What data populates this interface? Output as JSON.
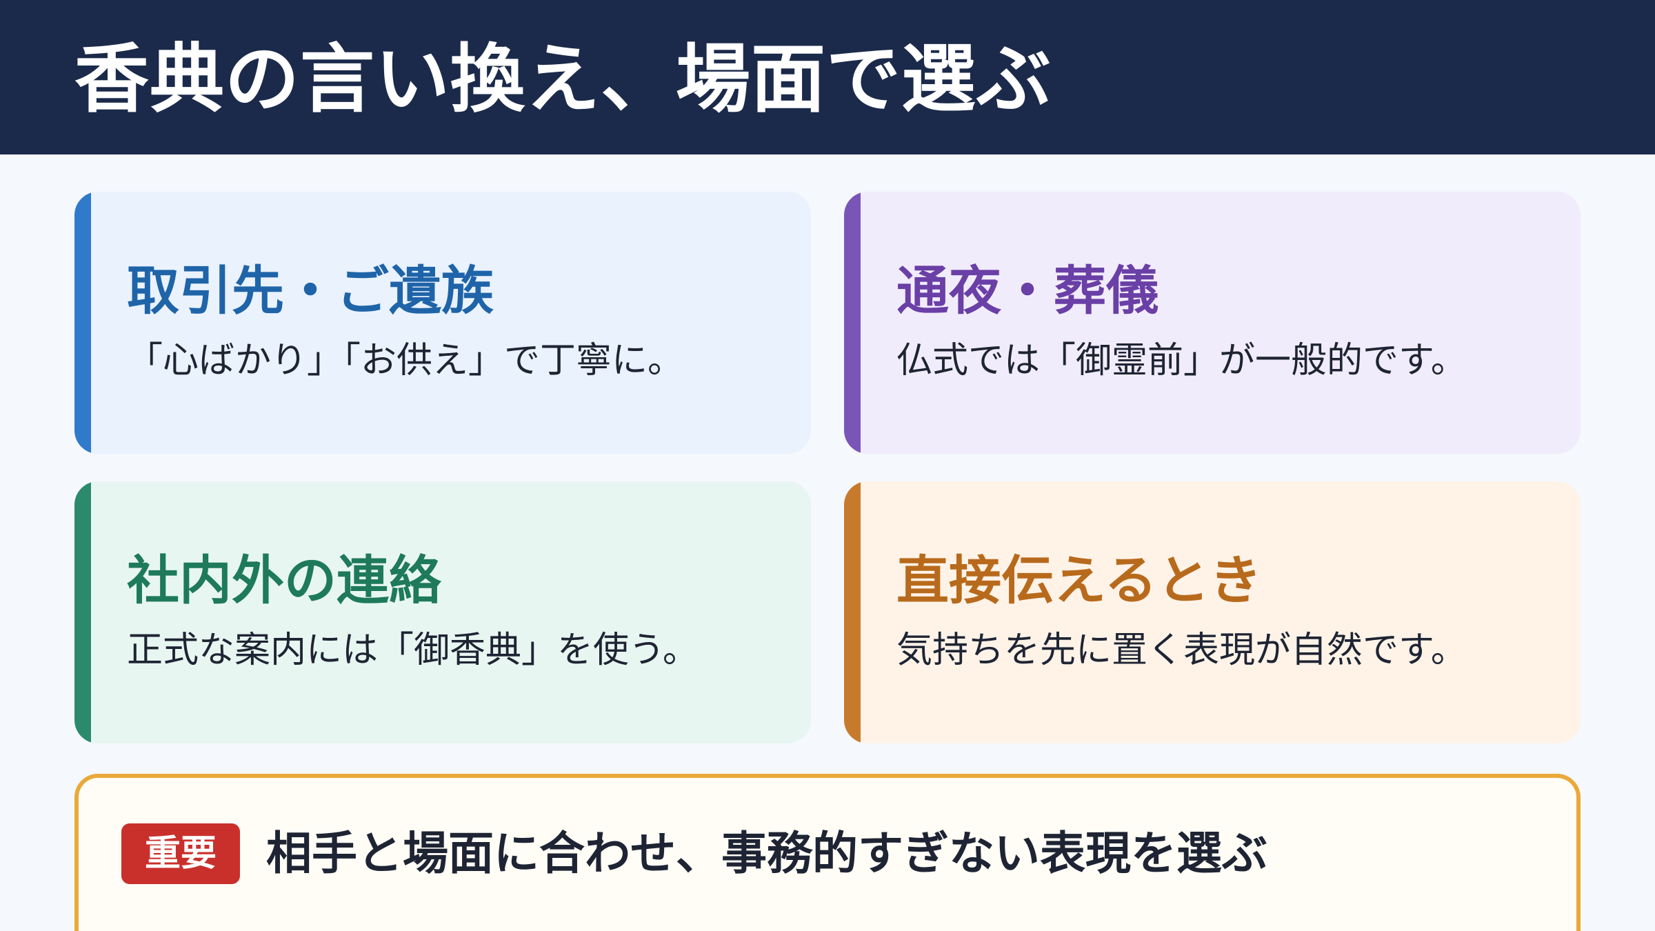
{
  "header": {
    "title": "香典の言い換え、場面で選ぶ"
  },
  "cards": [
    {
      "title": "取引先・ご遺族",
      "description": "「心ばかり」「お供え」で丁寧に。",
      "accent_color": "#2f7acb"
    },
    {
      "title": "通夜・葬儀",
      "description": "仏式では「御霊前」が一般的です。",
      "accent_color": "#7a55b8"
    },
    {
      "title": "社内外の連絡",
      "description": "正式な案内には「御香典」を使う。",
      "accent_color": "#2b8a6c"
    },
    {
      "title": "直接伝えるとき",
      "description": "気持ちを先に置く表現が自然です。",
      "accent_color": "#c87a2c"
    }
  ],
  "note": {
    "badge": "重要",
    "text": "相手と場面に合わせ、事務的すぎない表現を選ぶ",
    "border_color": "#e9a93a",
    "badge_color": "#c9302c"
  }
}
